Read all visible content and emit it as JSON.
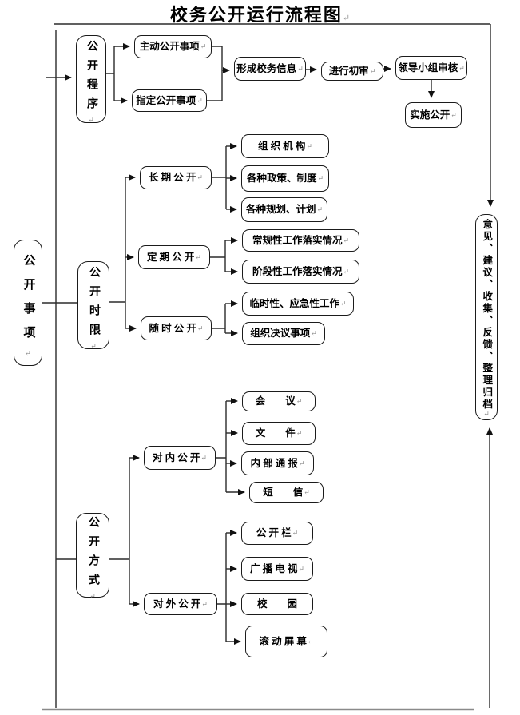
{
  "title": "校务公开运行流程图",
  "return_mark": "↵",
  "nodes": {
    "open_procedure": {
      "label": "公开程序"
    },
    "proactive_items": {
      "label": "主动公开事项"
    },
    "designated_items": {
      "label": "指定公开事项"
    },
    "form_info": {
      "label": "形成校务信息"
    },
    "initial_review": {
      "label": "进行初审"
    },
    "leader_review": {
      "label": "领导小组审核"
    },
    "implement": {
      "label": "实施公开"
    },
    "open_items": {
      "label": "公开事项"
    },
    "open_timeline": {
      "label": "公开时限"
    },
    "longterm": {
      "label": "长 期 公 开"
    },
    "org_structure": {
      "label": "组 织 机 构"
    },
    "policies": {
      "label": "各种政策、制度"
    },
    "plans": {
      "label": "各种规划、计划"
    },
    "periodic": {
      "label": "定 期 公 开"
    },
    "routine_work": {
      "label": "常规性工作落实情况"
    },
    "phase_work": {
      "label": "阶段性工作落实情况"
    },
    "anytime": {
      "label": "随 时 公 开"
    },
    "temporary_work": {
      "label": "临时性、应急性工作"
    },
    "org_resolutions": {
      "label": "组织决议事项"
    },
    "open_methods": {
      "label": "公开方式"
    },
    "internal": {
      "label": "对 内 公 开"
    },
    "meeting": {
      "label": "会　　议"
    },
    "document": {
      "label": "文　　件"
    },
    "internal_bulletin": {
      "label": "内 部 通 报"
    },
    "sms": {
      "label": "短　　信"
    },
    "external": {
      "label": "对 外 公 开"
    },
    "bulletin_board": {
      "label": "公 开 栏"
    },
    "broadcast_tv": {
      "label": "广 播 电 视"
    },
    "campus": {
      "label": "校　　园"
    },
    "scrolling_screen": {
      "label": "滚 动 屏 幕"
    },
    "feedback_archive": {
      "label": "意见、建议、收集、反馈、整理归档"
    }
  }
}
